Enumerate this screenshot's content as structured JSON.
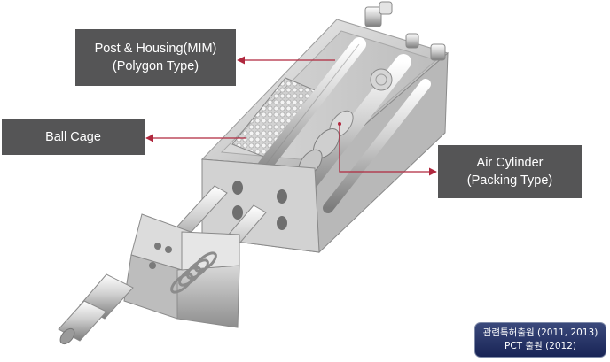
{
  "callouts": {
    "post_housing": {
      "line1": "Post & Housing(MIM)",
      "line2": "(Polygon Type)"
    },
    "ball_cage": {
      "line1": "Ball Cage"
    },
    "air_cylinder": {
      "line1": "Air Cylinder",
      "line2": "(Packing Type)"
    }
  },
  "badge": {
    "line1": "관련특허출원 (2011, 2013)",
    "line2": "PCT 출원 (2012)"
  },
  "colors": {
    "callout_bg": "#555556",
    "leader_line": "#b0283e",
    "badge_bg": "#1f2c5e",
    "metal_light": "#e8e8e8",
    "metal_dark": "#8c8c8c"
  }
}
